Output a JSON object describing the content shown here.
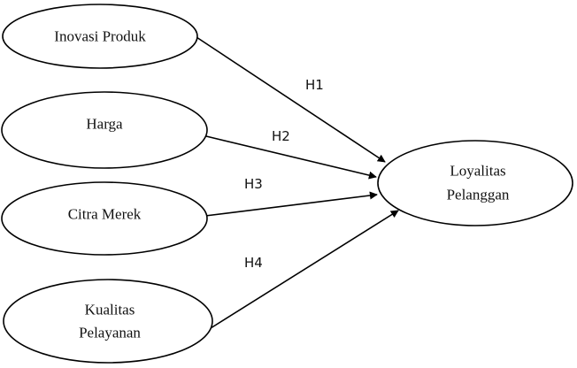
{
  "nodes": {
    "inovasi_produk": {
      "label": "Inovasi Produk"
    },
    "harga": {
      "label": "Harga"
    },
    "citra_merek": {
      "label": "Citra Merek"
    },
    "kualitas_pelayanan": {
      "line1": "Kualitas",
      "line2": "Pelayanan"
    },
    "loyalitas_pelanggan": {
      "line1": "Loyalitas",
      "line2": "Pelanggan"
    }
  },
  "edges": {
    "h1": {
      "label": "H1",
      "from": "Inovasi Produk",
      "to": "Loyalitas Pelanggan"
    },
    "h2": {
      "label": "H2",
      "from": "Harga",
      "to": "Loyalitas Pelanggan"
    },
    "h3": {
      "label": "H3",
      "from": "Citra Merek",
      "to": "Loyalitas Pelanggan"
    },
    "h4": {
      "label": "H4",
      "from": "Kualitas Pelayanan",
      "to": "Loyalitas Pelanggan"
    }
  },
  "colors": {
    "stroke": "#000000",
    "background": "#ffffff"
  }
}
